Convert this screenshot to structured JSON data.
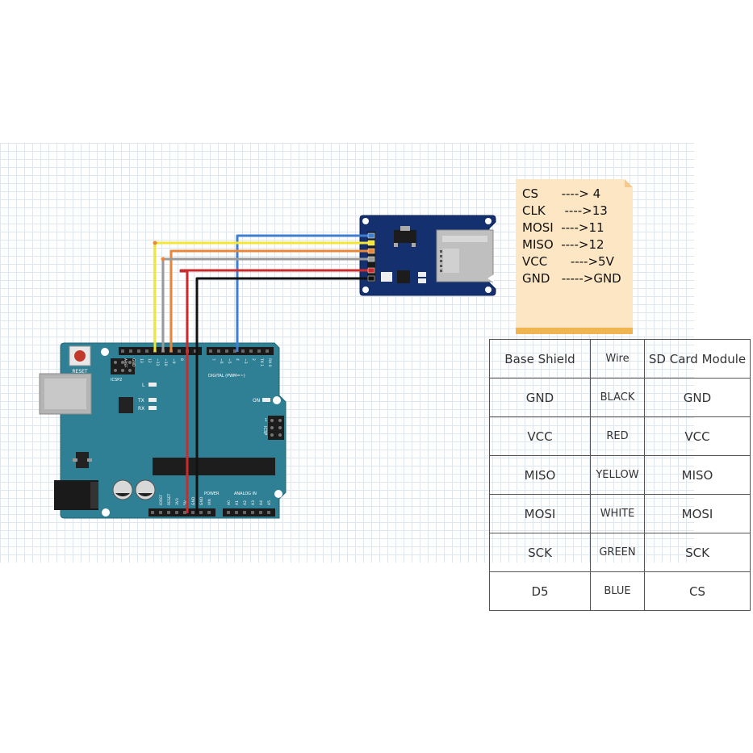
{
  "arduino": {
    "reset_label": "RESET",
    "icsp2_label": "ICSP2",
    "icsp_label": "ICSP",
    "digital_label": "DIGITAL (PWM=~)",
    "power_label": "POWER",
    "analog_label": "ANALOG IN",
    "led_l": "L",
    "led_tx": "TX",
    "led_rx": "RX",
    "led_on": "ON",
    "pin_1": "1",
    "top_pins": [
      "AREF",
      "GND",
      "13",
      "12",
      "~11",
      "~10",
      "~9",
      "8",
      "7",
      "~6",
      "~5",
      "4",
      "~3",
      "2",
      "TX 1",
      "RX 0"
    ],
    "power_pins": [
      "IOREF",
      "RESET",
      "3V3",
      "5V",
      "GND",
      "GND",
      "VIN"
    ],
    "analog_pins": [
      "A0",
      "A1",
      "A2",
      "A3",
      "A4",
      "A5"
    ]
  },
  "note": {
    "lines": [
      "CS      ----> 4",
      "CLK     ---->13",
      "MOSI  ---->11",
      "MISO  ---->12",
      "VCC      ---->5V",
      "GND   ----->GND"
    ]
  },
  "table": {
    "headers": [
      "Base Shield",
      "Wire",
      "SD Card Module"
    ],
    "rows": [
      [
        "GND",
        "BLACK",
        "GND"
      ],
      [
        "VCC",
        "RED",
        "VCC"
      ],
      [
        "MISO",
        "YELLOW",
        "MISO"
      ],
      [
        "MOSI",
        "WHITE",
        "MOSI"
      ],
      [
        "SCK",
        "GREEN",
        "SCK"
      ],
      [
        "D5",
        "BLUE",
        "CS"
      ]
    ]
  },
  "wire_colors": {
    "blue": "#3f7fd0",
    "yellow": "#f2e534",
    "orange": "#e8873a",
    "gray": "#9a9a9a",
    "red": "#cc2b2b",
    "black": "#111111"
  },
  "colors": {
    "board": "#2f7f95",
    "module": "#14306e",
    "note": "#fde6c4",
    "note_bar": "#f0b450"
  }
}
